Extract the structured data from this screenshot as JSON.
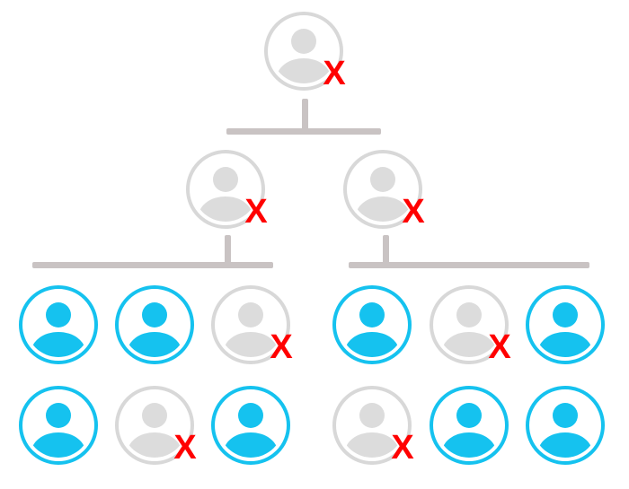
{
  "colors": {
    "active": "#15c2ef",
    "inactive": "#dcdcdc",
    "inactive_ring": "#d8d8d8",
    "connector": "#c9c3c3",
    "mark": "#ff0000"
  },
  "mark_label": "X",
  "nodes": [
    {
      "id": "root",
      "status": "inactive",
      "removed": true
    },
    {
      "id": "manager-left",
      "status": "inactive",
      "removed": true
    },
    {
      "id": "manager-right",
      "status": "inactive",
      "removed": true
    },
    {
      "id": "left-r1-c1",
      "status": "active",
      "removed": false
    },
    {
      "id": "left-r1-c2",
      "status": "active",
      "removed": false
    },
    {
      "id": "left-r1-c3",
      "status": "inactive",
      "removed": true
    },
    {
      "id": "left-r2-c1",
      "status": "active",
      "removed": false
    },
    {
      "id": "left-r2-c2",
      "status": "inactive",
      "removed": true
    },
    {
      "id": "left-r2-c3",
      "status": "active",
      "removed": false
    },
    {
      "id": "right-r1-c1",
      "status": "active",
      "removed": false
    },
    {
      "id": "right-r1-c2",
      "status": "inactive",
      "removed": true
    },
    {
      "id": "right-r1-c3",
      "status": "active",
      "removed": false
    },
    {
      "id": "right-r2-c1",
      "status": "inactive",
      "removed": true
    },
    {
      "id": "right-r2-c2",
      "status": "active",
      "removed": false
    },
    {
      "id": "right-r2-c3",
      "status": "active",
      "removed": false
    }
  ]
}
